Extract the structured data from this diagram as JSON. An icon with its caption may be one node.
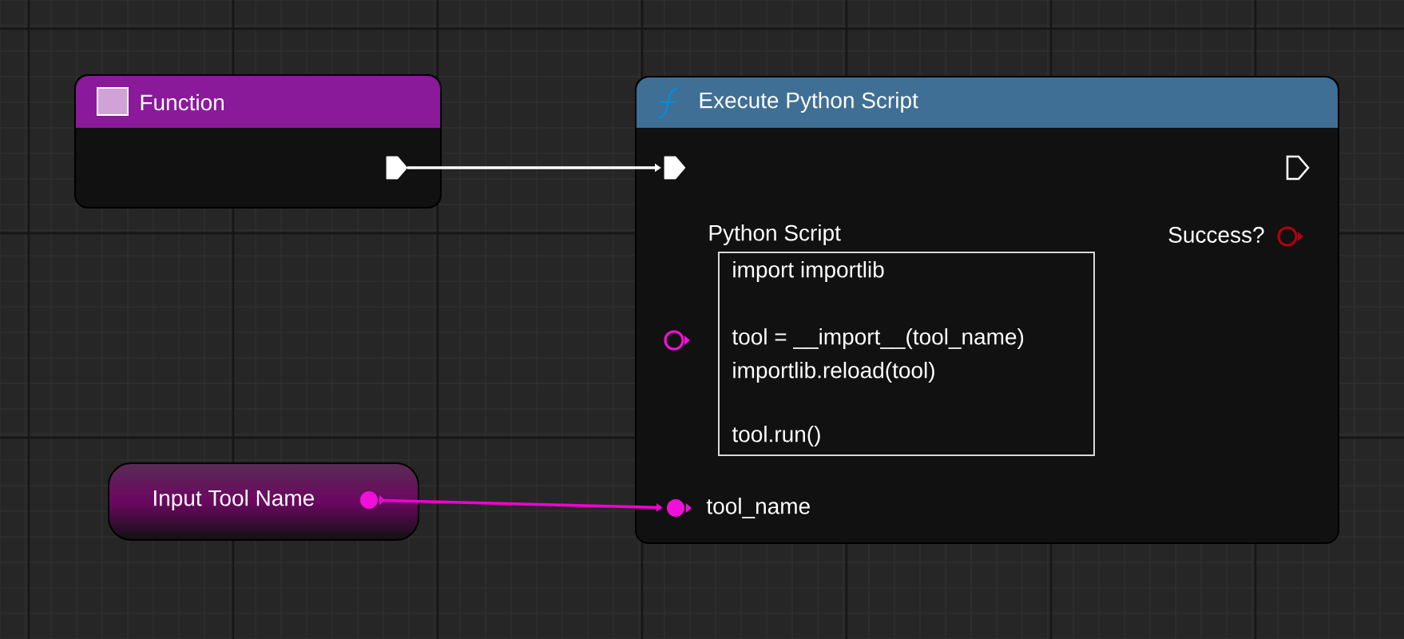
{
  "diagram": {
    "nodes": [
      {
        "text": [
          "Function"
        ]
      },
      {
        "text": [
          "Execute Python Script",
          "Python Script",
          "Success?",
          "tool_name"
        ]
      },
      {
        "text": [
          "import importlib",
          "tool = __import__(tool_name)",
          "importlib.reload(tool)",
          "tool.run()"
        ],
        "in": 1
      },
      {
        "text": [
          "Input Tool Name"
        ]
      }
    ],
    "edges": [
      {
        "from": 0,
        "to": 1,
        "arrow": "to",
        "color": "#ffffff"
      },
      {
        "from": 3,
        "to": 1,
        "arrow": "to",
        "color": "#f000d0"
      }
    ]
  }
}
